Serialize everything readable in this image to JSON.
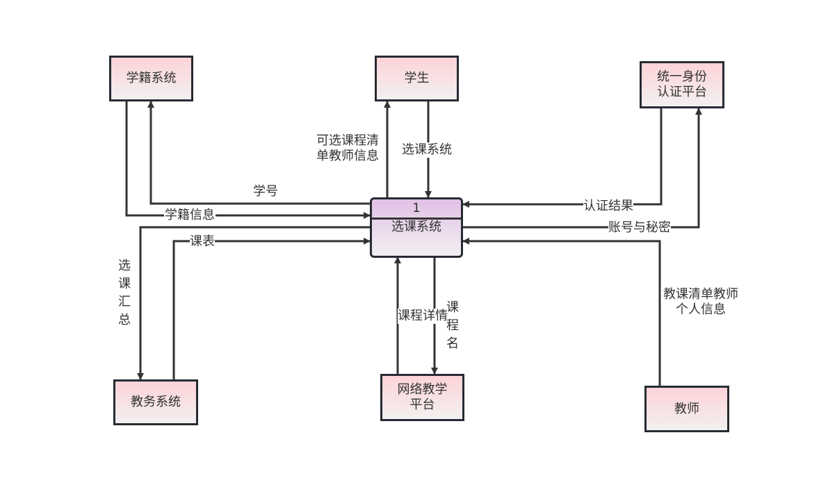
{
  "diagram": {
    "type": "data-flow-diagram",
    "process": {
      "number": "1",
      "name": "选课系统"
    },
    "entities": {
      "student_records": "学籍系统",
      "student": "学生",
      "identity_line1": "统一身份",
      "identity_line2": "认证平台",
      "academic_affairs": "教务系统",
      "online_teaching_line1": "网络教学",
      "online_teaching_line2": "平台",
      "teacher": "教师"
    },
    "flows": {
      "student_id": "学号",
      "student_records_info": "学籍信息",
      "course_list_line1": "可选课程清",
      "course_list_line2": "单教师信息",
      "select_system": "选课系统",
      "auth_result": "认证结果",
      "account_password": "账号与秘密",
      "selection_summary": [
        "选",
        "课",
        "汇",
        "总"
      ],
      "timetable": "课表",
      "course_details": "课程详情",
      "course_name": [
        "课",
        "程",
        "名"
      ],
      "teaching_list_line1": "教课清单教师",
      "teaching_list_line2": "个人信息"
    },
    "colors": {
      "line": "#333333",
      "entity_fill_top": "#fdd3d8",
      "process_fill_top": "#e2c1e6"
    }
  }
}
